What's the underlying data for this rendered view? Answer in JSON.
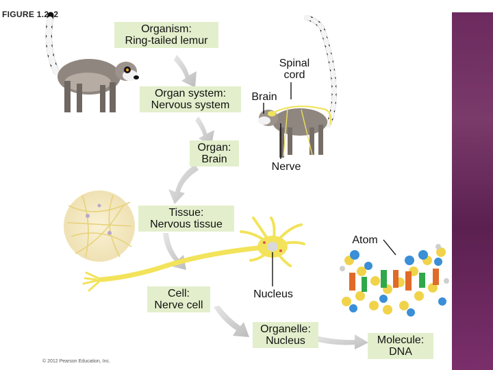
{
  "figure_title": "FIGURE 1.2_2",
  "levels": {
    "organism": "Organism:\nRing-tailed lemur",
    "organ_system": "Organ system:\nNervous system",
    "organ": "Organ:\nBrain",
    "tissue": "Tissue:\nNervous tissue",
    "cell": "Cell:\nNerve cell",
    "organelle": "Organelle:\nNucleus",
    "molecule": "Molecule:\nDNA"
  },
  "callouts": {
    "spinal_cord": "Spinal\ncord",
    "brain": "Brain",
    "nerve": "Nerve",
    "nucleus": "Nucleus",
    "atom": "Atom"
  },
  "copyright": "© 2012 Pearson Education, Inc.",
  "colors": {
    "label_bg": "#e3efcc",
    "arrow": "#cfcfcf",
    "neuron": "#f2e35a",
    "slide_band": "#6c2a5e"
  }
}
